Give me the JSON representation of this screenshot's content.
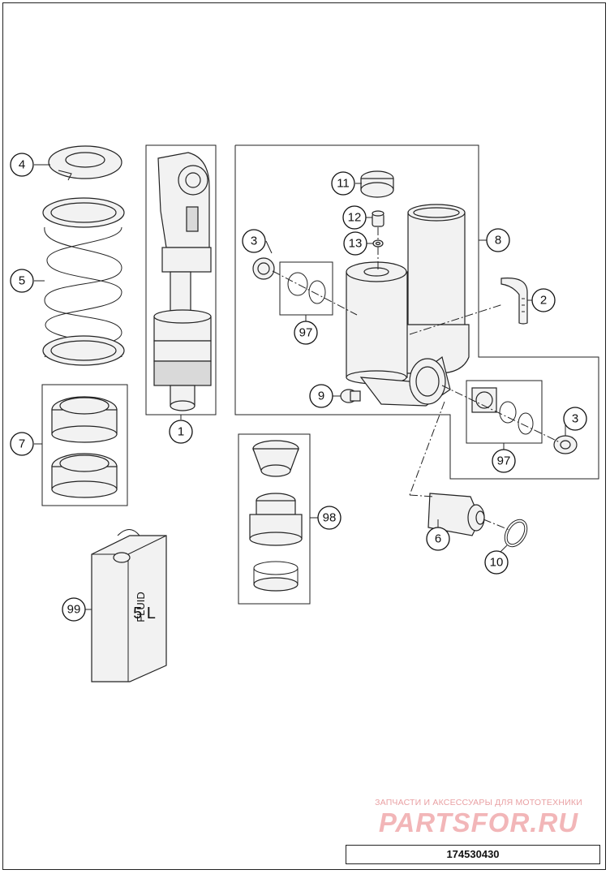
{
  "diagram": {
    "callouts": [
      "4",
      "5",
      "7",
      "1",
      "11",
      "12",
      "13",
      "3",
      "8",
      "2",
      "97",
      "9",
      "3",
      "97",
      "6",
      "10",
      "98",
      "99"
    ],
    "can_label": {
      "line1": "FLUID",
      "line2": "5 L"
    }
  },
  "watermark": {
    "tagline": "ЗАПЧАСТИ И АКСЕССУАРЫ ДЛЯ МОТОТЕХНИКИ",
    "logo": "PARTSFOR.RU"
  },
  "footer": {
    "document_number": "174530430"
  }
}
